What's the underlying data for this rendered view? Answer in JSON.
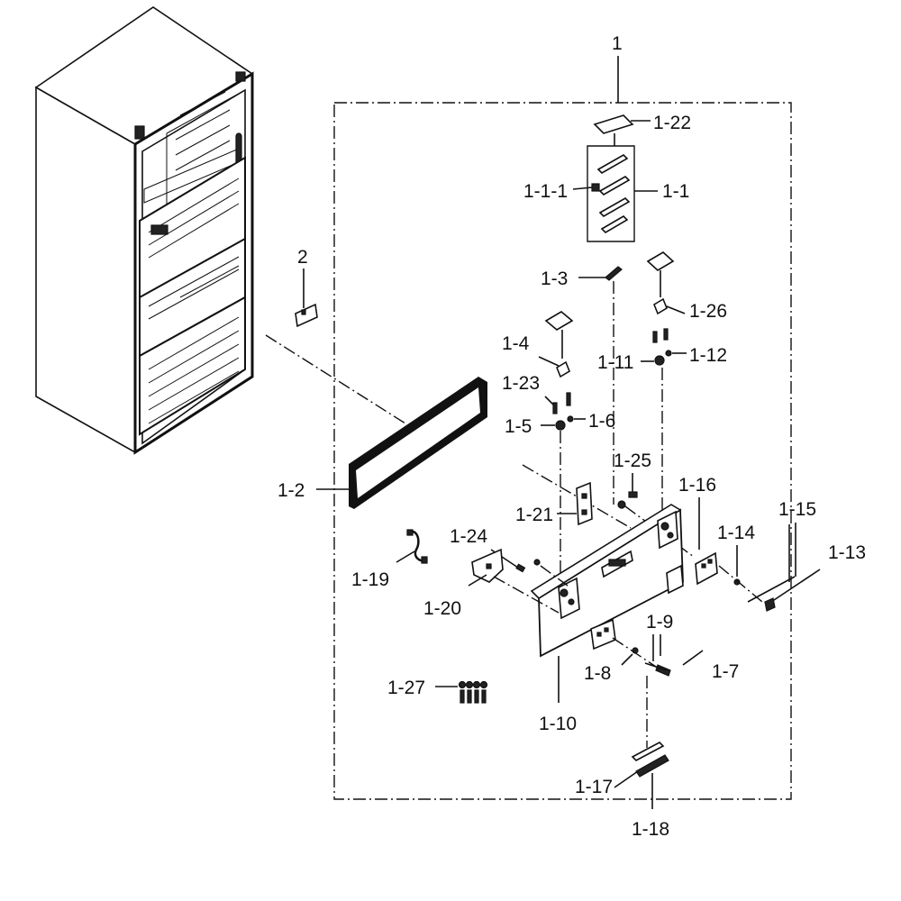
{
  "labels": {
    "l1": "1",
    "l1_22": "1-22",
    "l1_1_1": "1-1-1",
    "l1_1": "1-1",
    "l2": "2",
    "l1_3": "1-3",
    "l1_26": "1-26",
    "l1_4": "1-4",
    "l1_11": "1-11",
    "l1_12": "1-12",
    "l1_23": "1-23",
    "l1_5": "1-5",
    "l1_6": "1-6",
    "l1_25": "1-25",
    "l1_16": "1-16",
    "l1_2": "1-2",
    "l1_21": "1-21",
    "l1_15": "1-15",
    "l1_14": "1-14",
    "l1_13": "1-13",
    "l1_24": "1-24",
    "l1_19": "1-19",
    "l1_20": "1-20",
    "l1_9": "1-9",
    "l1_8": "1-8",
    "l1_7": "1-7",
    "l1_27": "1-27",
    "l1_10": "1-10",
    "l1_17": "1-17",
    "l1_18": "1-18"
  }
}
